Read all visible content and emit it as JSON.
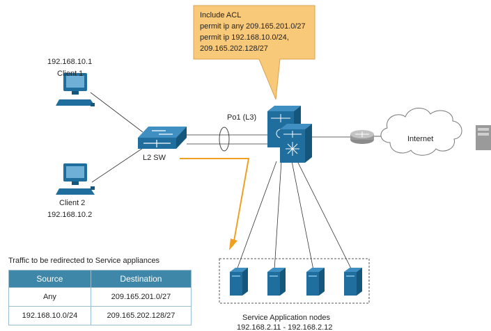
{
  "callout": {
    "title": "Include ACL",
    "lines": [
      "permit ip any 209.165.201.0/27",
      "permit ip 192.168.10.0/24,",
      "209.165.202.128/27"
    ],
    "fill": "#f9c97a",
    "stroke": "#d9a14e"
  },
  "clients": [
    {
      "ip": "192.168.10.1",
      "name": "Client 1"
    },
    {
      "name": "Client 2",
      "ip": "192.168.10.2"
    }
  ],
  "switch_label": "L2 SW",
  "portchannel_label": "Po1 (L3)",
  "internet_label": "Internet",
  "service_nodes": {
    "title": "Service Application nodes",
    "range": "192.168.2.11 - 192.168.2.12"
  },
  "table": {
    "caption": "Traffic to be redirected to Service appliances",
    "headers": [
      "Source",
      "Destination"
    ],
    "rows": [
      [
        "Any",
        "209.165.201.0/27"
      ],
      [
        "192.168.10.0/24",
        "209.165.202.128/27"
      ]
    ]
  },
  "colors": {
    "device_blue": "#1f6e9e",
    "device_blue_dark": "#15567d",
    "redirect_arrow": "#f0a020",
    "table_header": "#3f87a8"
  }
}
